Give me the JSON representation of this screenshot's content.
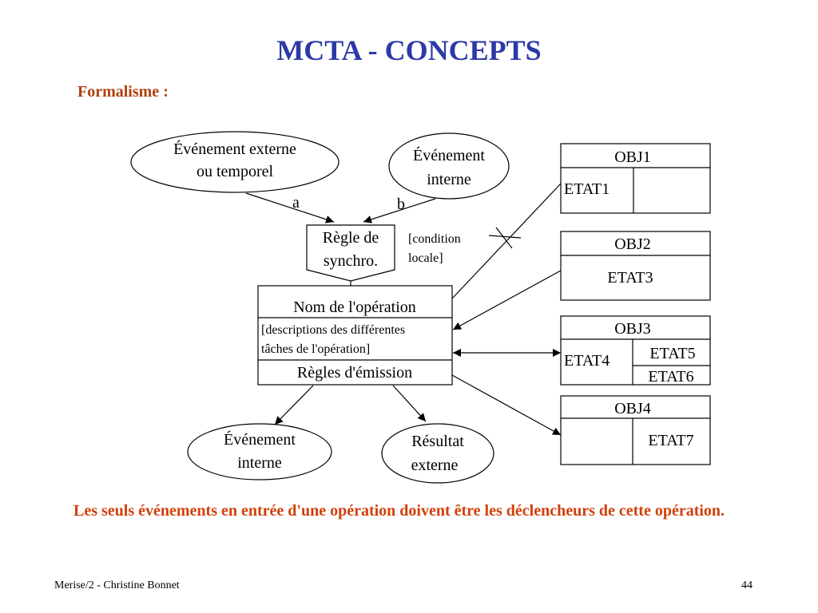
{
  "slide": {
    "title": "MCTA - CONCEPTS",
    "subtitle": "Formalisme :",
    "note": "Les seuls événements en entrée d'une opération doivent être les déclencheurs de cette opération.",
    "footer_left": "Merise/2 - Christine Bonnet",
    "page_number": "44"
  },
  "diagram": {
    "event_external": [
      "Événement externe",
      "ou temporel"
    ],
    "event_internal_top": [
      "Événement",
      "interne"
    ],
    "label_a": "a",
    "label_b": "b",
    "sync_rule": [
      "Règle de",
      "synchro."
    ],
    "condition": [
      "[condition",
      "locale]"
    ],
    "operation": {
      "name": "Nom de l'opération",
      "description": [
        "[descriptions des différentes",
        "tâches de l'opération]"
      ],
      "emission": "Règles d'émission"
    },
    "event_internal_bottom": [
      "Événement",
      "interne"
    ],
    "result_external": [
      "Résultat",
      "externe"
    ],
    "objects": [
      {
        "name": "OBJ1",
        "states": [
          "ETAT1"
        ]
      },
      {
        "name": "OBJ2",
        "states": [
          "ETAT3"
        ]
      },
      {
        "name": "OBJ3",
        "states": [
          "ETAT4",
          "ETAT5",
          "ETAT6"
        ]
      },
      {
        "name": "OBJ4",
        "states": [
          "ETAT7"
        ]
      }
    ]
  }
}
